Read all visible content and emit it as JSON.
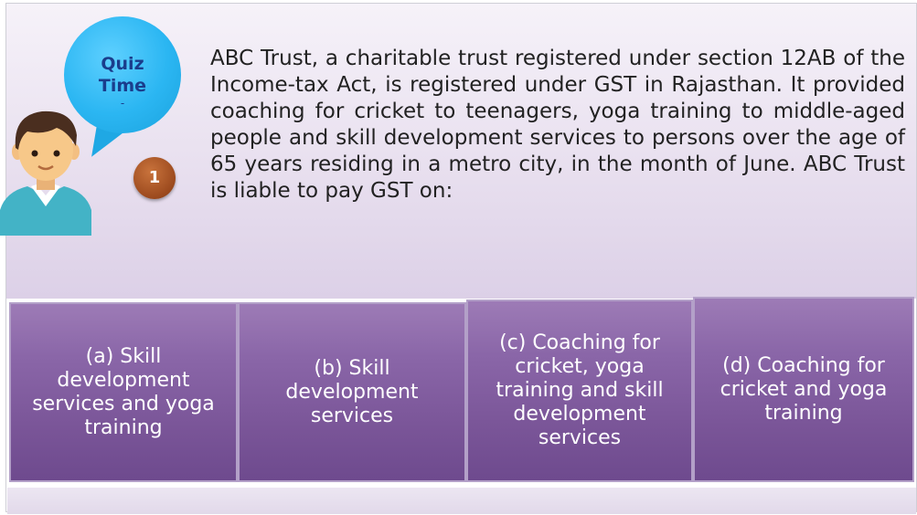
{
  "bubble": {
    "line1": "Quiz",
    "line2": "Time",
    "dash": "-"
  },
  "question_number": "1",
  "question": "ABC Trust, a charitable trust registered under section 12AB of the Income-tax Act, is registered under GST in Rajasthan.  It provided coaching for cricket to teenagers, yoga training to middle-aged people and skill development services to persons over the age of 65 years residing in a metro city, in the month of June.  ABC Trust is liable to pay GST on:",
  "options": [
    {
      "label": "(a)       Skill development services and yoga training"
    },
    {
      "label": "(b)       Skill development services"
    },
    {
      "label": "(c)       Coaching for cricket, yoga training and skill development services"
    },
    {
      "label": "(d)       Coaching for cricket and yoga training"
    }
  ],
  "colors": {
    "bubble": "#2bb6f2",
    "bubble_text": "#1a3d8c",
    "coin": "#9c4a1e",
    "option_bg": "#7a5598",
    "panel_bg": "#e7deee"
  },
  "icons": {
    "avatar": "person-avatar-icon"
  }
}
